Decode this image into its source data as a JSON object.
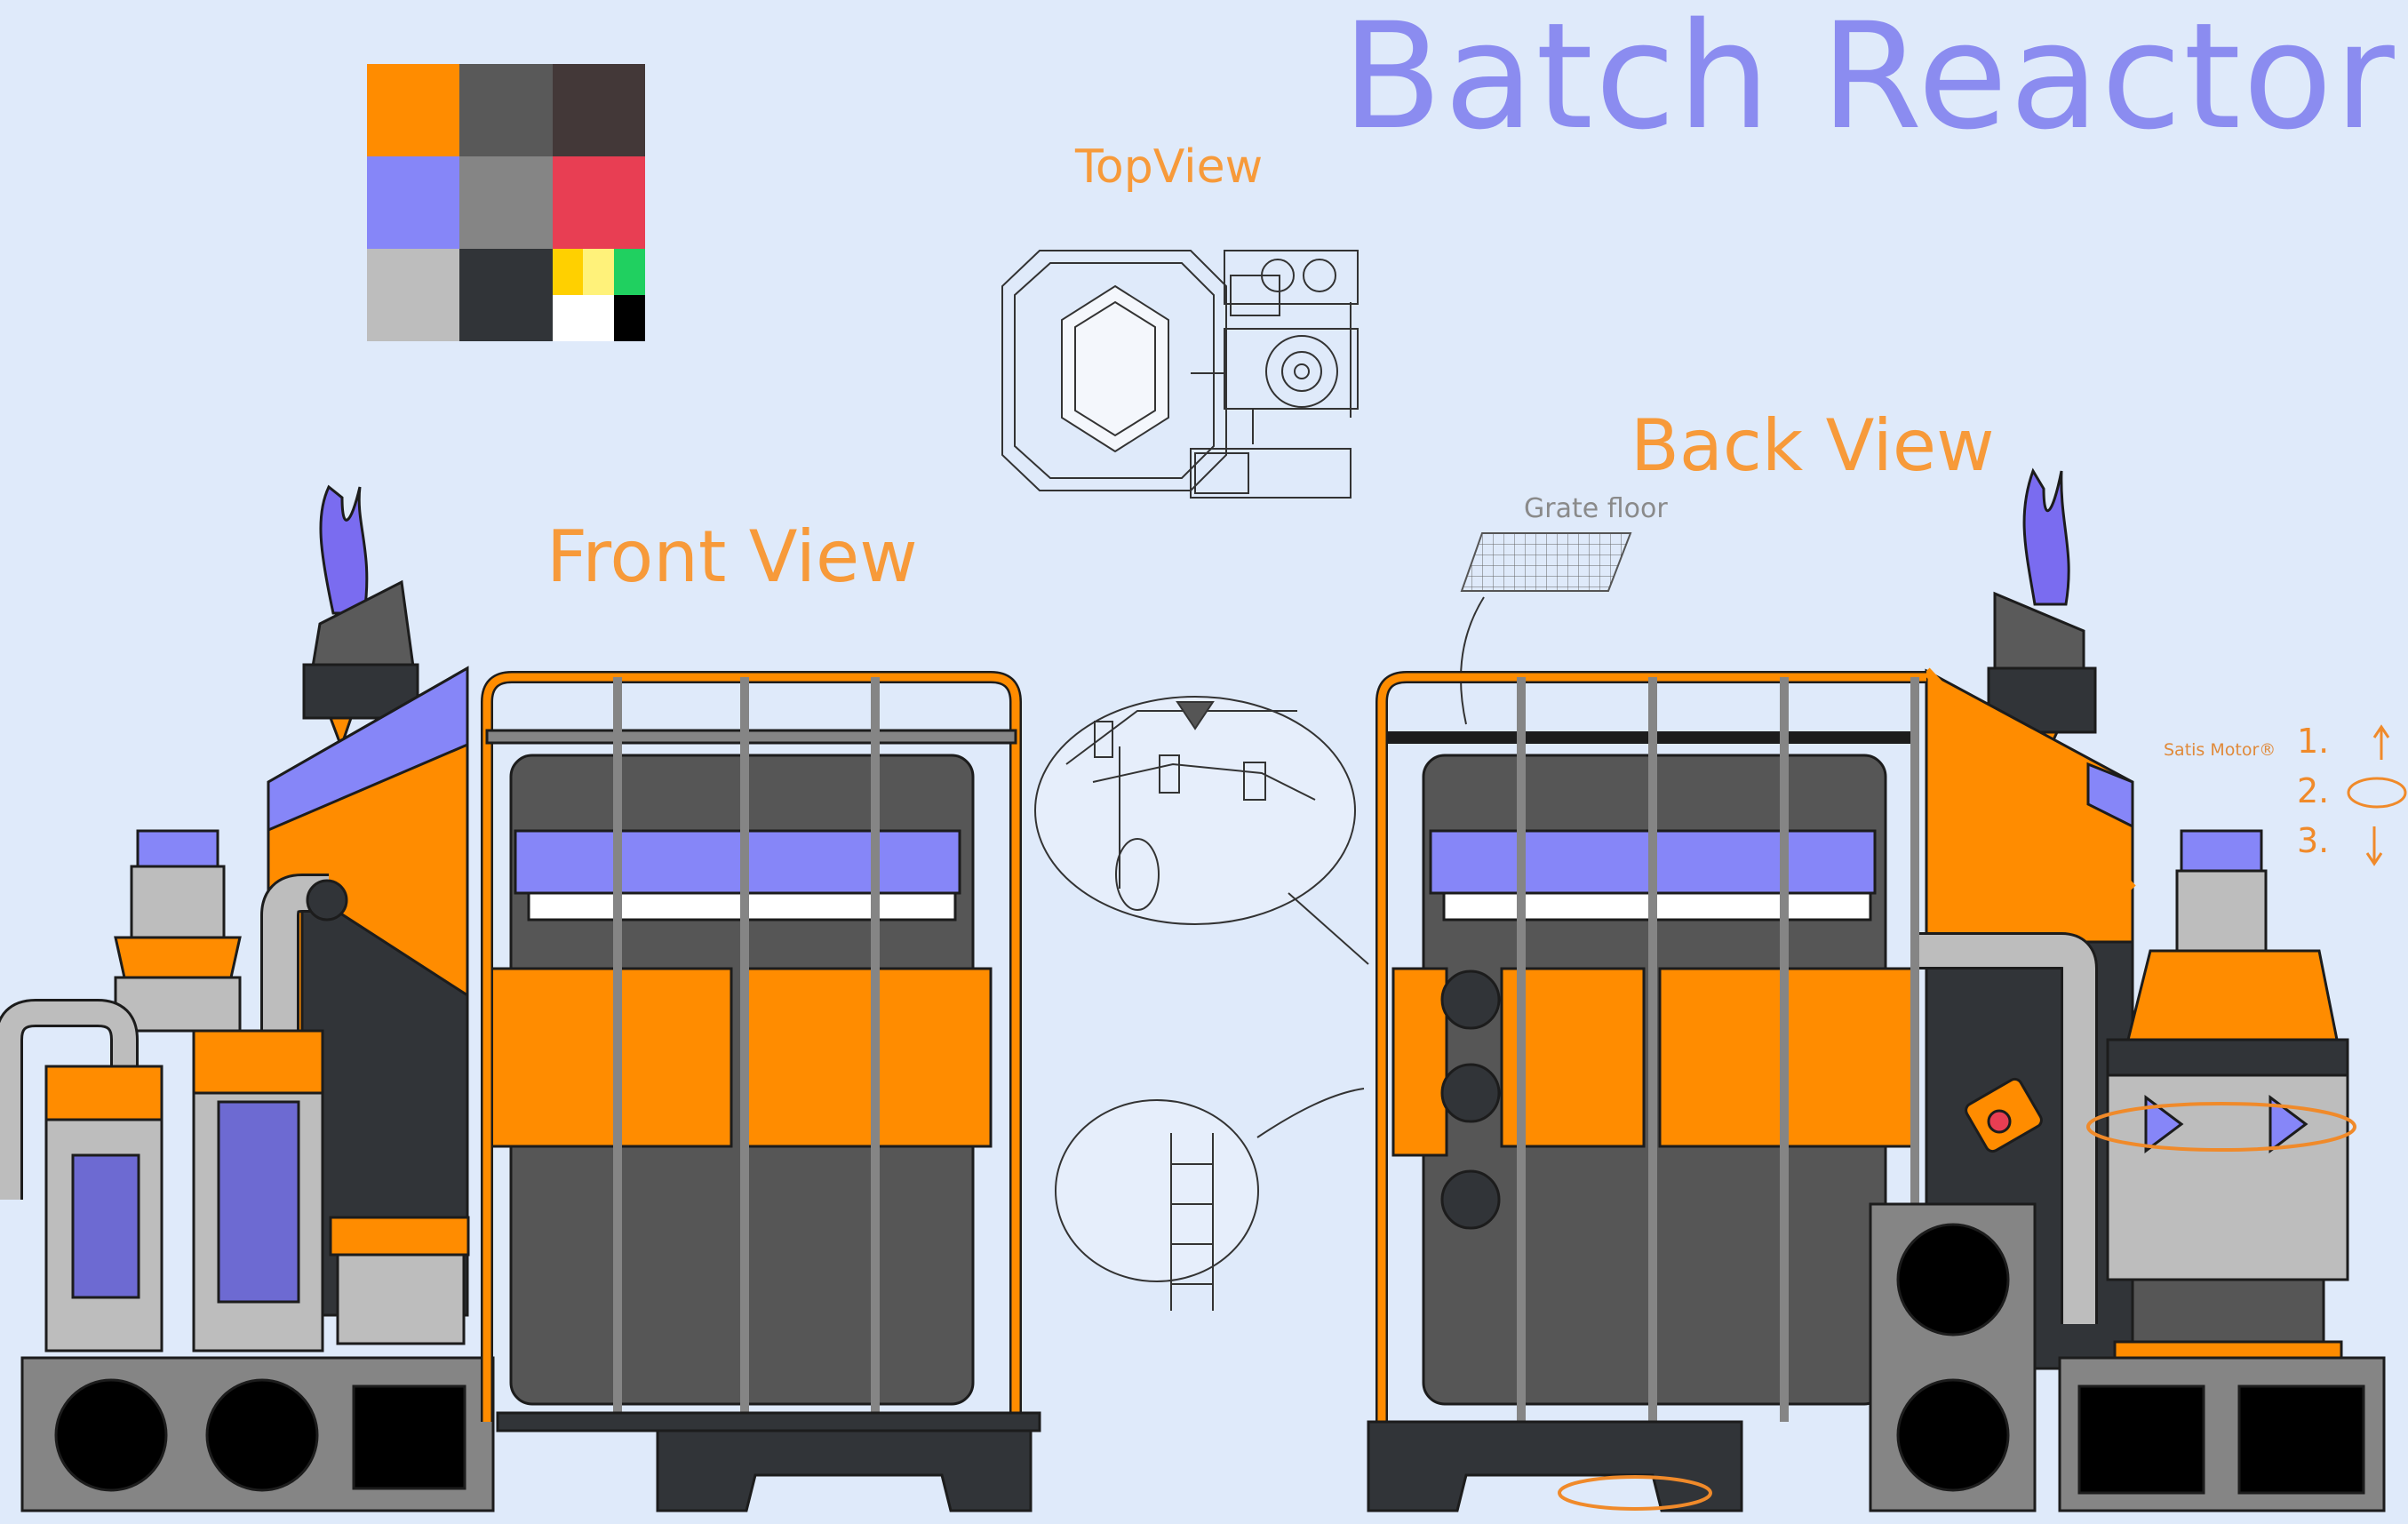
{
  "title": "Batch Reactor",
  "labels": {
    "top_view": "TopView",
    "front_view": "Front View",
    "back_view": "Back View",
    "grate_floor": "Grate floor",
    "motor": "Satis Motor®"
  },
  "steps": [
    "1.",
    "2.",
    "3."
  ],
  "palette": [
    "#ff8c00",
    "#595959",
    "#433838",
    "#8686f8",
    "#858585",
    "#e83e53",
    "#bdbdbd",
    "#313438",
    "split"
  ],
  "palette_accents": [
    "#ffd000",
    "#fff27a",
    "#20d060",
    "#ffffff",
    "#ffffff",
    "#000000"
  ],
  "colors": {
    "orange": "#ff8c00",
    "purple": "#8686f8",
    "dark": "#313438",
    "tank": "#565656",
    "grey": "#bdbdbd",
    "mid_grey": "#858585",
    "red": "#e83e53",
    "background": "#dfeafa"
  }
}
